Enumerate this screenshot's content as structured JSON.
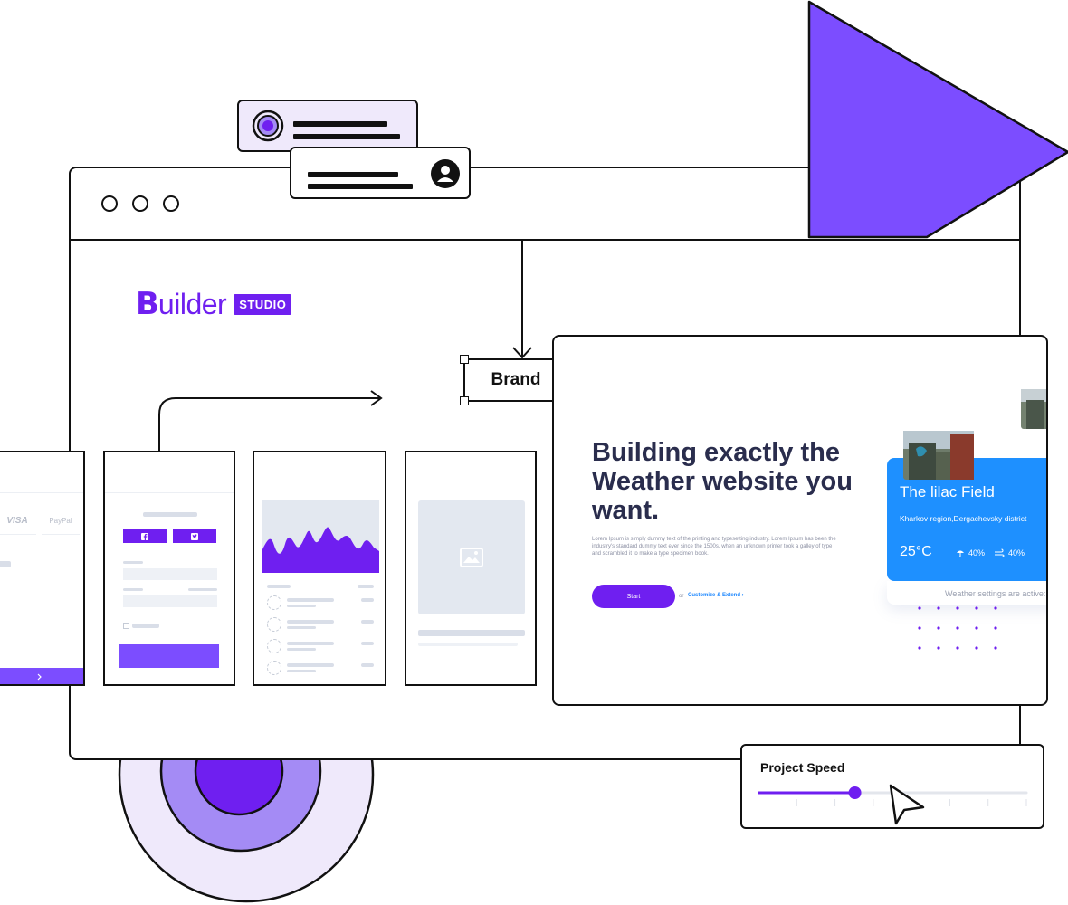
{
  "colors": {
    "accent": "#6f1ff0",
    "accent_light": "#a48bf5",
    "lilac": "#efe9fb",
    "triangle": "#7c4dff",
    "weather_blue": "#1e90ff",
    "placeholder": "#e3e8f0",
    "ink": "#111111"
  },
  "icons": [
    "radio-target-icon",
    "user-avatar-icon",
    "facebook-icon",
    "twitter-icon",
    "image-placeholder-icon",
    "umbrella-icon",
    "wind-icon",
    "cursor-pointer-icon",
    "chevron-right-icon"
  ],
  "logo": {
    "initial": "B",
    "rest": "uilder",
    "badge": "STUDIO"
  },
  "brand_tag": "Brand",
  "payment_card": {
    "visa": "VISA",
    "paypal": "PayPal"
  },
  "hero": {
    "title": "Building exactly the Weather website you want.",
    "body": "Lorem Ipsum is simply dummy text of the printing and typesetting industry. Lorem Ipsum has been the industry's standard dummy text ever since the 1500s, when an unknown printer took a galley of type and scrambled it to make a type specimen book.",
    "start_label": "Start",
    "or_label": "or",
    "customize_label": "Customize & Extend ›"
  },
  "weather_card": {
    "title": "The lilac Field",
    "location": "Kharkov region,Dergachevsky district",
    "temperature": "25°C",
    "rain": "40%",
    "wind": "40%",
    "footer": "Weather settings are active:"
  },
  "project_speed": {
    "label": "Project Speed",
    "value_fraction": 0.36
  }
}
